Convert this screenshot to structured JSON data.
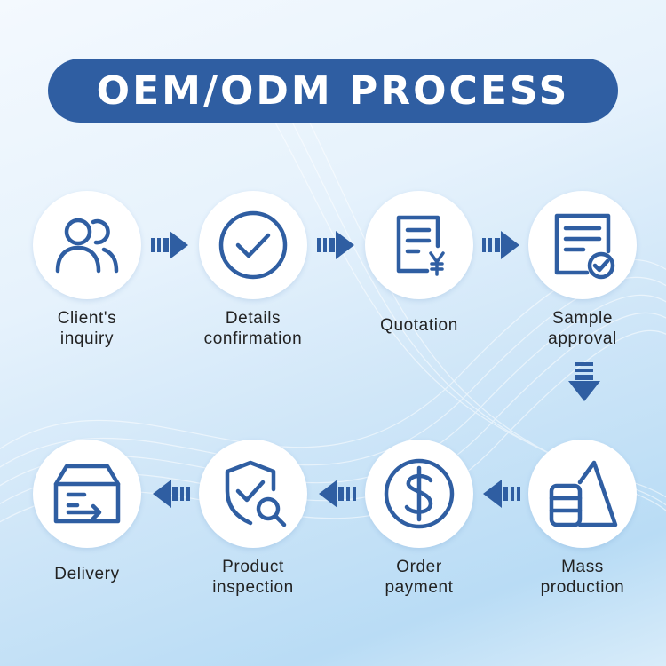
{
  "title": "OEM/ODM PROCESS",
  "colors": {
    "accent": "#2f5ea2",
    "circle": "#ffffff",
    "text": "#222222"
  },
  "steps": [
    {
      "icon": "users-icon",
      "label": [
        "Client's",
        "inquiry"
      ]
    },
    {
      "icon": "check-circle-icon",
      "label": [
        "Details",
        "confirmation"
      ]
    },
    {
      "icon": "quotation-yen-icon",
      "label": [
        "Quotation"
      ]
    },
    {
      "icon": "document-check-icon",
      "label": [
        "Sample",
        "approval"
      ]
    },
    {
      "icon": "mass-production-icon",
      "label": [
        "Mass",
        "production"
      ]
    },
    {
      "icon": "dollar-icon",
      "label": [
        "Order",
        "payment"
      ]
    },
    {
      "icon": "shield-search-icon",
      "label": [
        "Product",
        "inspection"
      ]
    },
    {
      "icon": "delivery-box-icon",
      "label": [
        "Delivery"
      ]
    }
  ]
}
